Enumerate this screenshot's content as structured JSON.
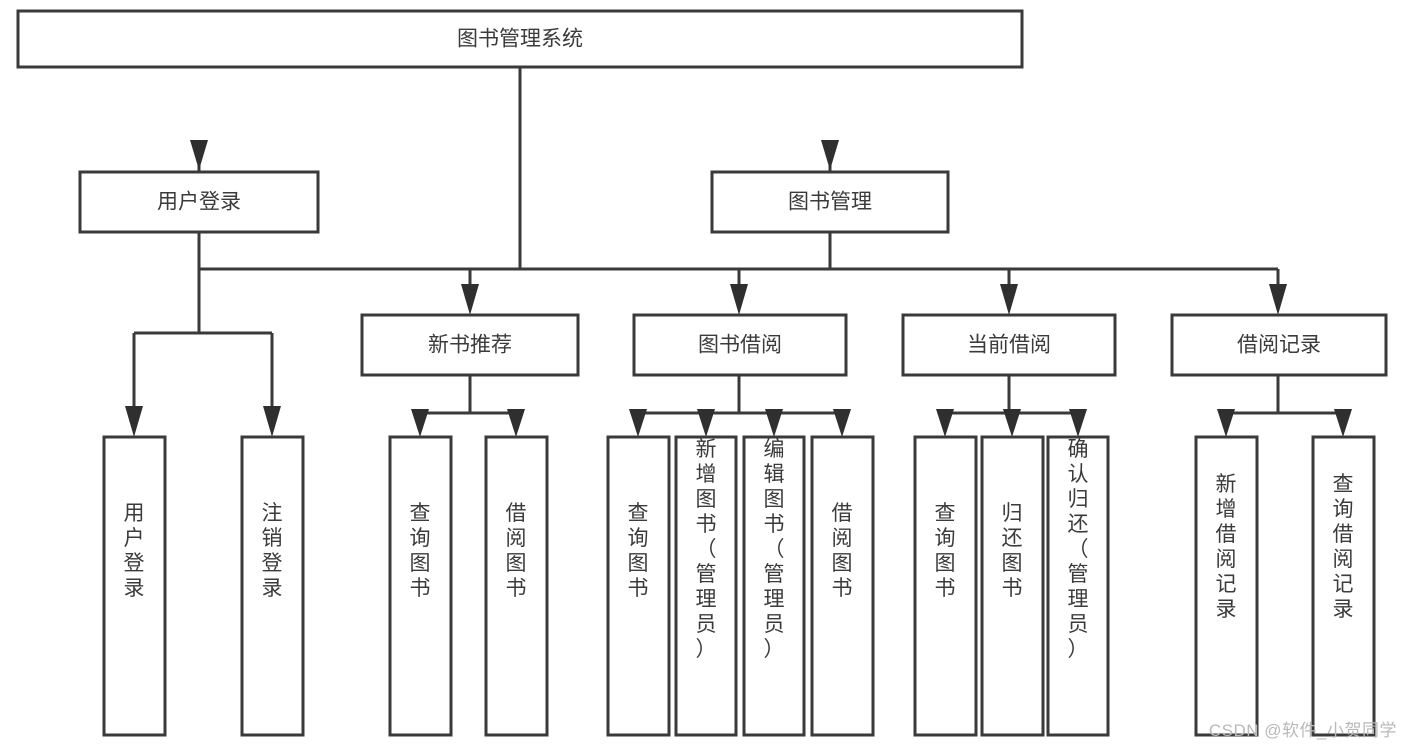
{
  "diagram": {
    "title": "图书管理系统",
    "type": "tree-hierarchy-chart",
    "watermark": "CSDN @软件_小贺同学",
    "colors": {
      "box_fill": "#ffffff",
      "box_stroke": "#3a3a3a",
      "text": "#3b3b3b",
      "connector": "#3a3a3a",
      "watermark": "#b9b9b9",
      "background": "#ffffff"
    },
    "levels": {
      "root": {
        "label": "图书管理系统",
        "orientation": "horizontal"
      },
      "level2": [
        {
          "id": "user-login",
          "label": "用户登录",
          "orientation": "horizontal"
        },
        {
          "id": "book-management",
          "label": "图书管理",
          "orientation": "horizontal"
        }
      ],
      "level3": [
        {
          "id": "new-book-recommend",
          "label": "新书推荐",
          "orientation": "horizontal",
          "parent": "book-management"
        },
        {
          "id": "book-borrow",
          "label": "图书借阅",
          "orientation": "horizontal",
          "parent": "book-management"
        },
        {
          "id": "current-borrow",
          "label": "当前借阅",
          "orientation": "horizontal",
          "parent": "book-management"
        },
        {
          "id": "borrow-record",
          "label": "借阅记录",
          "orientation": "horizontal",
          "parent": "book-management"
        }
      ],
      "leaves": [
        {
          "id": "leaf-user-login",
          "label": "用户登录",
          "orientation": "vertical",
          "parent": "user-login"
        },
        {
          "id": "leaf-user-logout",
          "label": "注销登录",
          "orientation": "vertical",
          "parent": "user-login"
        },
        {
          "id": "leaf-query-book-1",
          "label": "查询图书",
          "orientation": "vertical",
          "parent": "new-book-recommend"
        },
        {
          "id": "leaf-borrow-book-1",
          "label": "借阅图书",
          "orientation": "vertical",
          "parent": "new-book-recommend"
        },
        {
          "id": "leaf-query-book-2",
          "label": "查询图书",
          "orientation": "vertical",
          "parent": "book-borrow"
        },
        {
          "id": "leaf-add-book",
          "label": "新增图书（管理员）",
          "orientation": "vertical",
          "parent": "book-borrow"
        },
        {
          "id": "leaf-edit-book",
          "label": "编辑图书（管理员）",
          "orientation": "vertical",
          "parent": "book-borrow"
        },
        {
          "id": "leaf-borrow-book-2",
          "label": "借阅图书",
          "orientation": "vertical",
          "parent": "book-borrow"
        },
        {
          "id": "leaf-query-book-3",
          "label": "查询图书",
          "orientation": "vertical",
          "parent": "current-borrow"
        },
        {
          "id": "leaf-return-book",
          "label": "归还图书",
          "orientation": "vertical",
          "parent": "current-borrow"
        },
        {
          "id": "leaf-confirm-return",
          "label": "确认归还（管理员）",
          "orientation": "vertical",
          "parent": "current-borrow"
        },
        {
          "id": "leaf-add-record",
          "label": "新增借阅记录",
          "orientation": "vertical",
          "parent": "borrow-record"
        },
        {
          "id": "leaf-query-record",
          "label": "查询借阅记录",
          "orientation": "vertical",
          "parent": "borrow-record"
        }
      ]
    }
  },
  "chart_data": {
    "type": "table",
    "title": "图书管理系统",
    "nodes": [
      {
        "level": 1,
        "label": "图书管理系统",
        "children": [
          "用户登录",
          "图书管理"
        ]
      },
      {
        "level": 2,
        "label": "用户登录",
        "children": [
          "用户登录",
          "注销登录"
        ]
      },
      {
        "level": 2,
        "label": "图书管理",
        "children": [
          "新书推荐",
          "图书借阅",
          "当前借阅",
          "借阅记录"
        ]
      },
      {
        "level": 3,
        "label": "新书推荐",
        "children": [
          "查询图书",
          "借阅图书"
        ]
      },
      {
        "level": 3,
        "label": "图书借阅",
        "children": [
          "查询图书",
          "新增图书（管理员）",
          "编辑图书（管理员）",
          "借阅图书"
        ]
      },
      {
        "level": 3,
        "label": "当前借阅",
        "children": [
          "查询图书",
          "归还图书",
          "确认归还（管理员）"
        ]
      },
      {
        "level": 3,
        "label": "借阅记录",
        "children": [
          "新增借阅记录",
          "查询借阅记录"
        ]
      }
    ]
  }
}
